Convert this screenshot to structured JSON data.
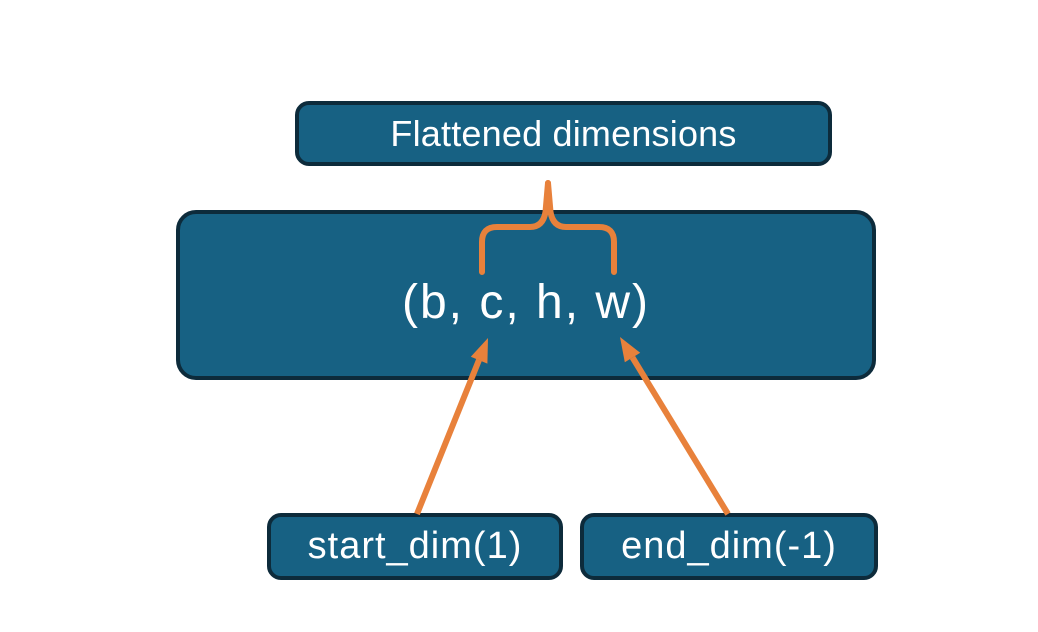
{
  "diagram": {
    "description": "Tensor flatten dimensions diagram",
    "title_box": {
      "label": "Flattened dimensions"
    },
    "tensor_box": {
      "label": "(b, c, h, w)"
    },
    "start_dim_box": {
      "label": "start_dim(1)"
    },
    "end_dim_box": {
      "label": "end_dim(-1)"
    },
    "connectors": {
      "brace": "brace spanning c and h dims, tip pointing up toward Flattened dimensions box",
      "start_dim_arrow": "arrow from start_dim(1) box up to dim c",
      "end_dim_arrow": "arrow from end_dim(-1) box up to dim w"
    },
    "colors": {
      "background": "#ffffff",
      "box_fill": "#176183",
      "box_border": "#0d2b3b",
      "accent_orange": "#e8813b",
      "text": "#ffffff"
    }
  }
}
